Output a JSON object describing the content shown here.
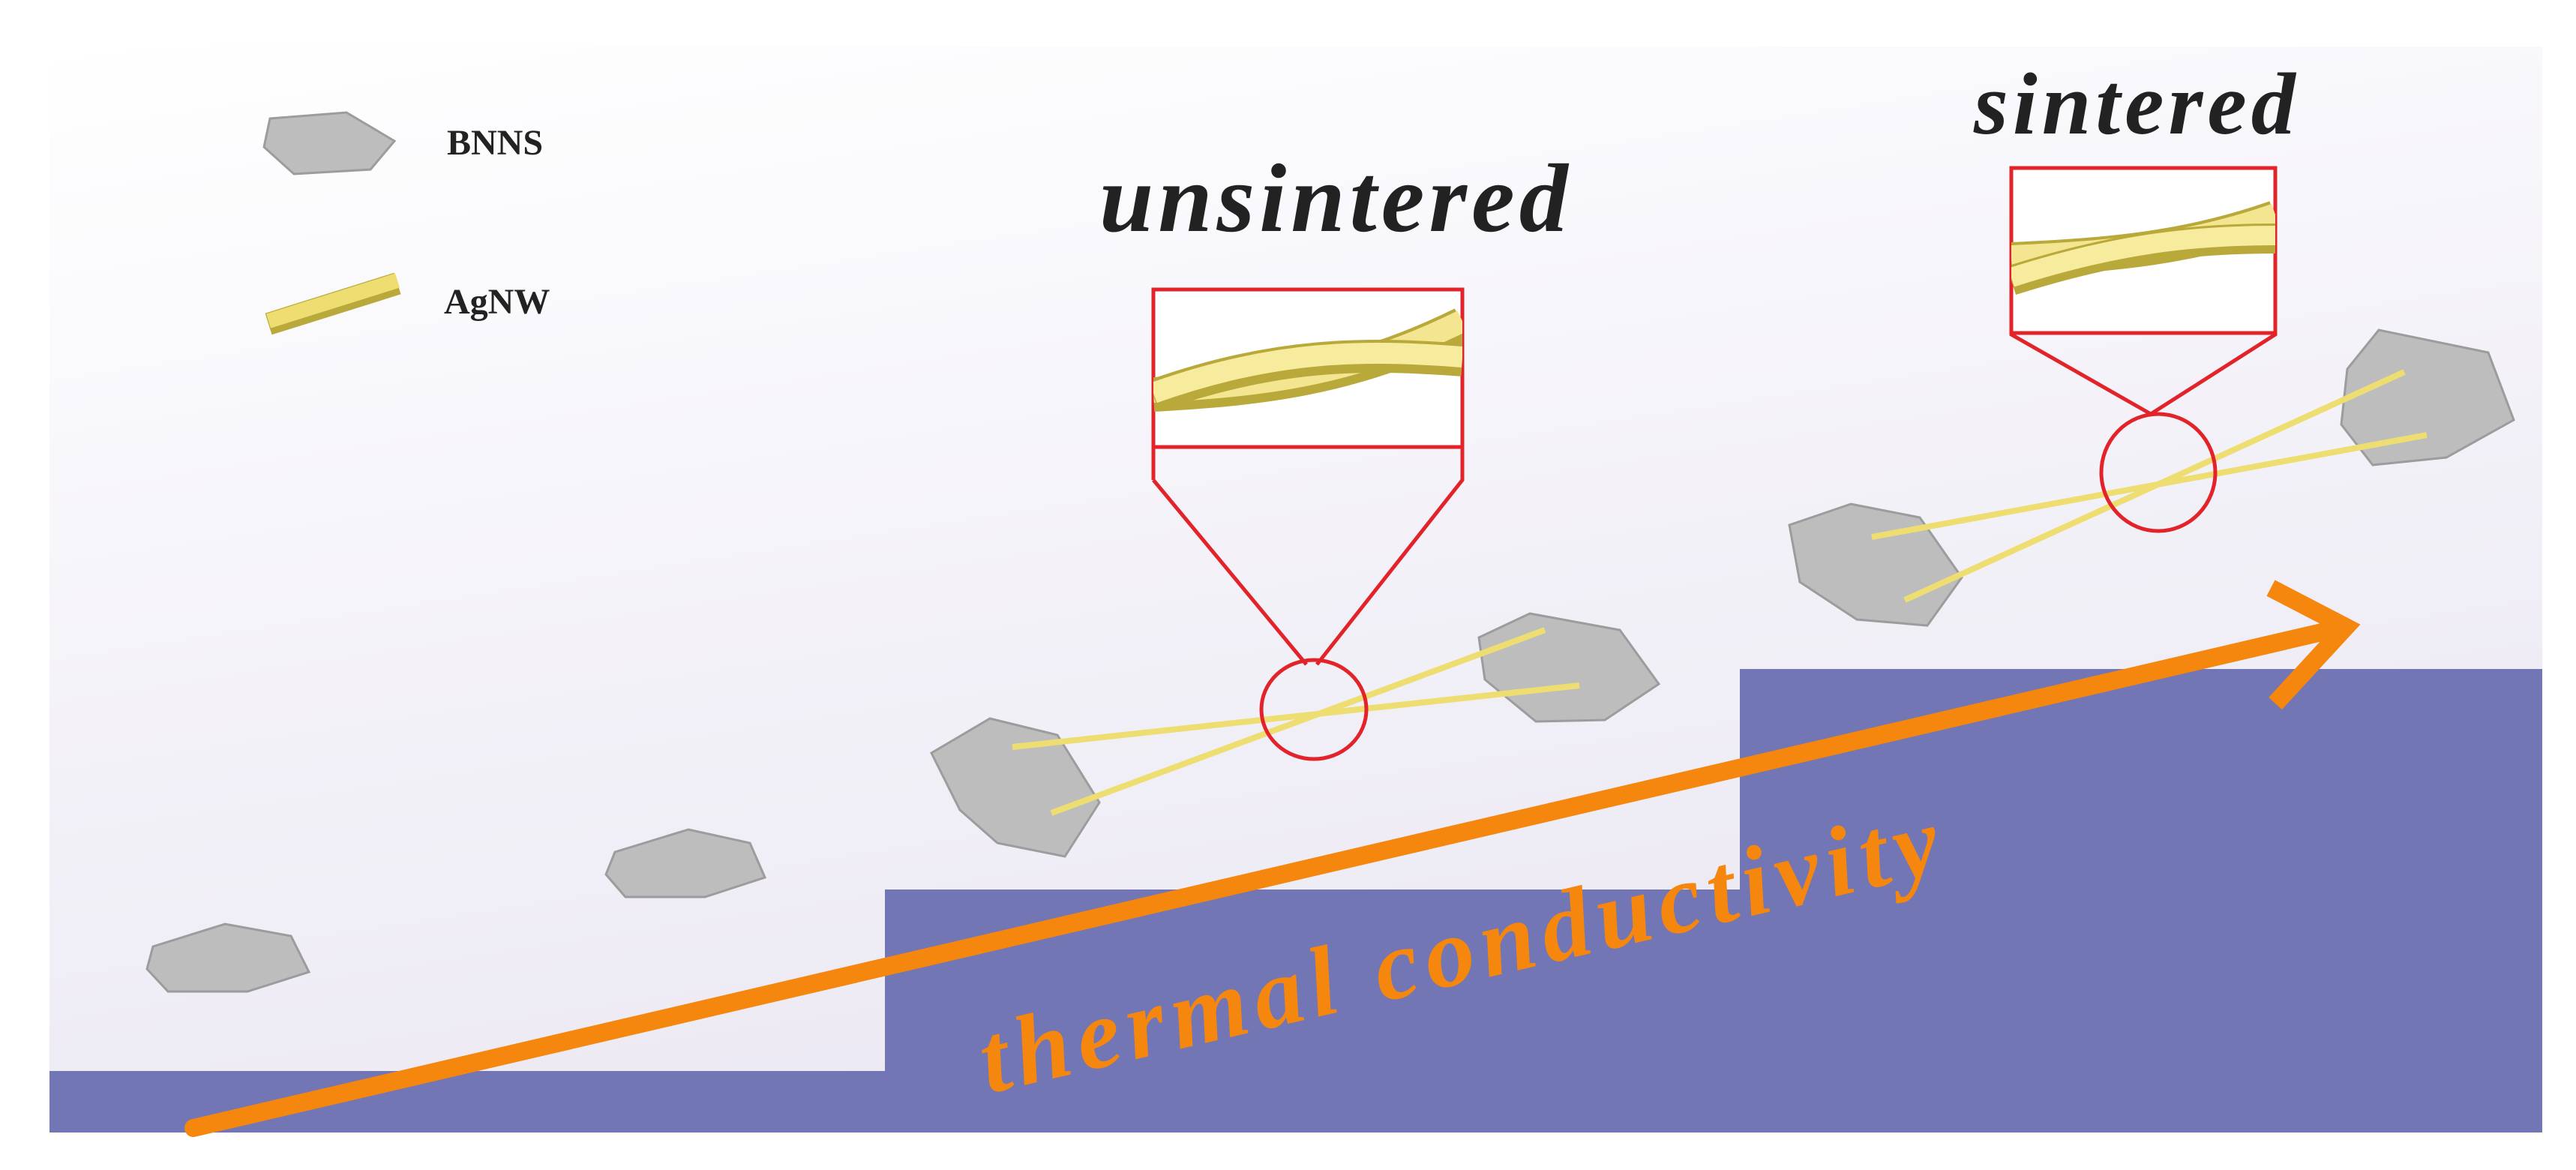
{
  "legend": {
    "bnns_label": "BNNS",
    "agnw_label": "AgNW"
  },
  "labels": {
    "unsintered": "unsintered",
    "sintered": "sintered",
    "thermal_conductivity": "thermal conductivity"
  },
  "colors": {
    "background_top": "#ffffff",
    "background_bottom": "#eceaf4",
    "steps": "#7276b4",
    "arrow": "#f5860e",
    "zoom_box": "#e2232a",
    "bnns_fill": "#bdbdbd",
    "bnns_edge": "#9c9c9c",
    "agnw": "#eede72",
    "text": "#222222"
  }
}
